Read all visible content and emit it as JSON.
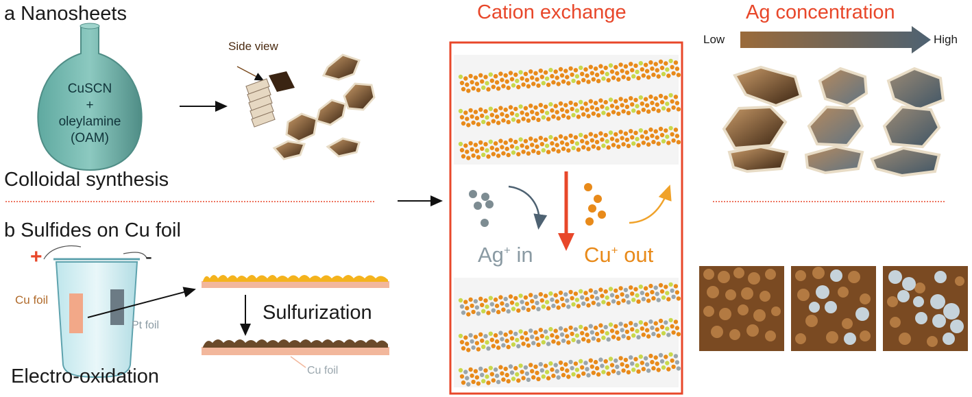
{
  "panel_a": {
    "title": "a Nanosheets",
    "flask_lines": [
      "CuSCN",
      "+",
      "oleylamine",
      "(OAM)"
    ],
    "side_view_label": "Side view",
    "caption": "Colloidal synthesis"
  },
  "panel_b": {
    "title": "b Sulfides on Cu foil",
    "plus_sign": "+",
    "minus_sign": "-",
    "cu_foil_label": "Cu foil",
    "pt_foil_label": "Pt foil",
    "sulfurization_label": "Sulfurization",
    "cu_foil_bottom_label": "Cu foil",
    "caption": "Electro-oxidation"
  },
  "center": {
    "title": "Cation exchange",
    "ag_in_label": "Ag",
    "ag_sup": "+",
    "ag_in_suffix": " in",
    "cu_out_label": "Cu",
    "cu_sup": "+",
    "cu_out_suffix": " out"
  },
  "right": {
    "title": "Ag concentration",
    "low_label": "Low",
    "high_label": "High"
  },
  "colors": {
    "accent_red": "#e8472a",
    "cu_orange": "#e88a1a",
    "ag_gray": "#8a9aa3",
    "copper_brown": "#8a5a2b",
    "slate": "#4e6272"
  }
}
